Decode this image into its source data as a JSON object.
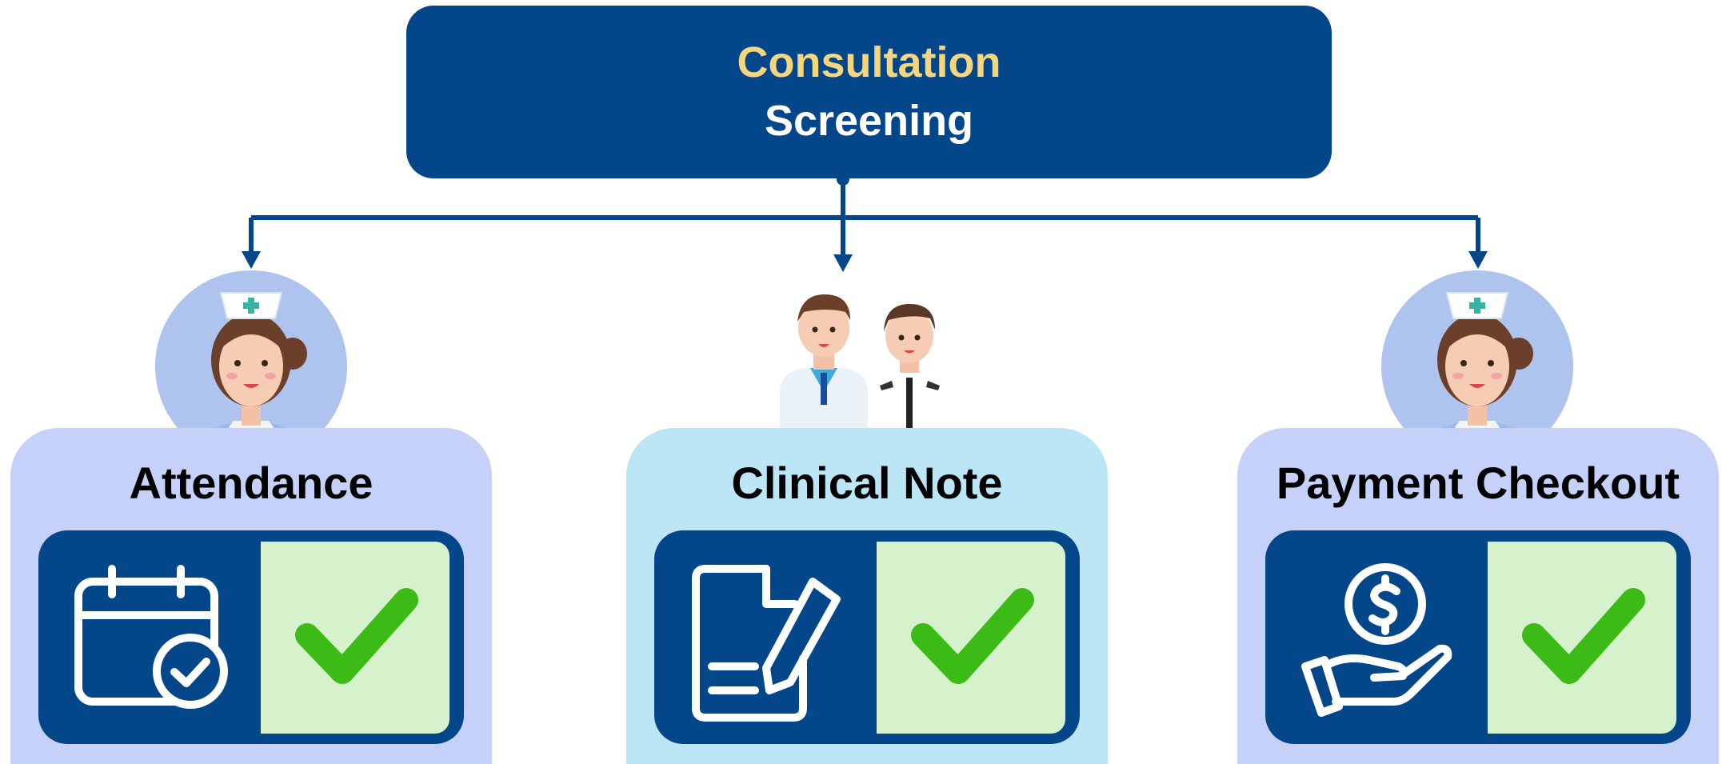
{
  "header": {
    "title": "Consultation",
    "subtitle": "Screening",
    "background": "#03468a",
    "title_color": "#f6d67c"
  },
  "steps": [
    {
      "title": "Attendance",
      "icon": "calendar-check-icon",
      "status": "check-icon",
      "card_color": "#c6d1fa"
    },
    {
      "title": "Clinical Note",
      "icon": "document-edit-icon",
      "status": "check-icon",
      "card_color": "#bce5f5"
    },
    {
      "title": "Payment Checkout",
      "icon": "hand-dollar-icon",
      "status": "check-icon",
      "card_color": "#c6d1fa"
    }
  ],
  "colors": {
    "accent": "#03468a",
    "check_green": "#3cbb16",
    "check_background": "#d6f2cd",
    "avatar_circle": "#aec3ee"
  }
}
